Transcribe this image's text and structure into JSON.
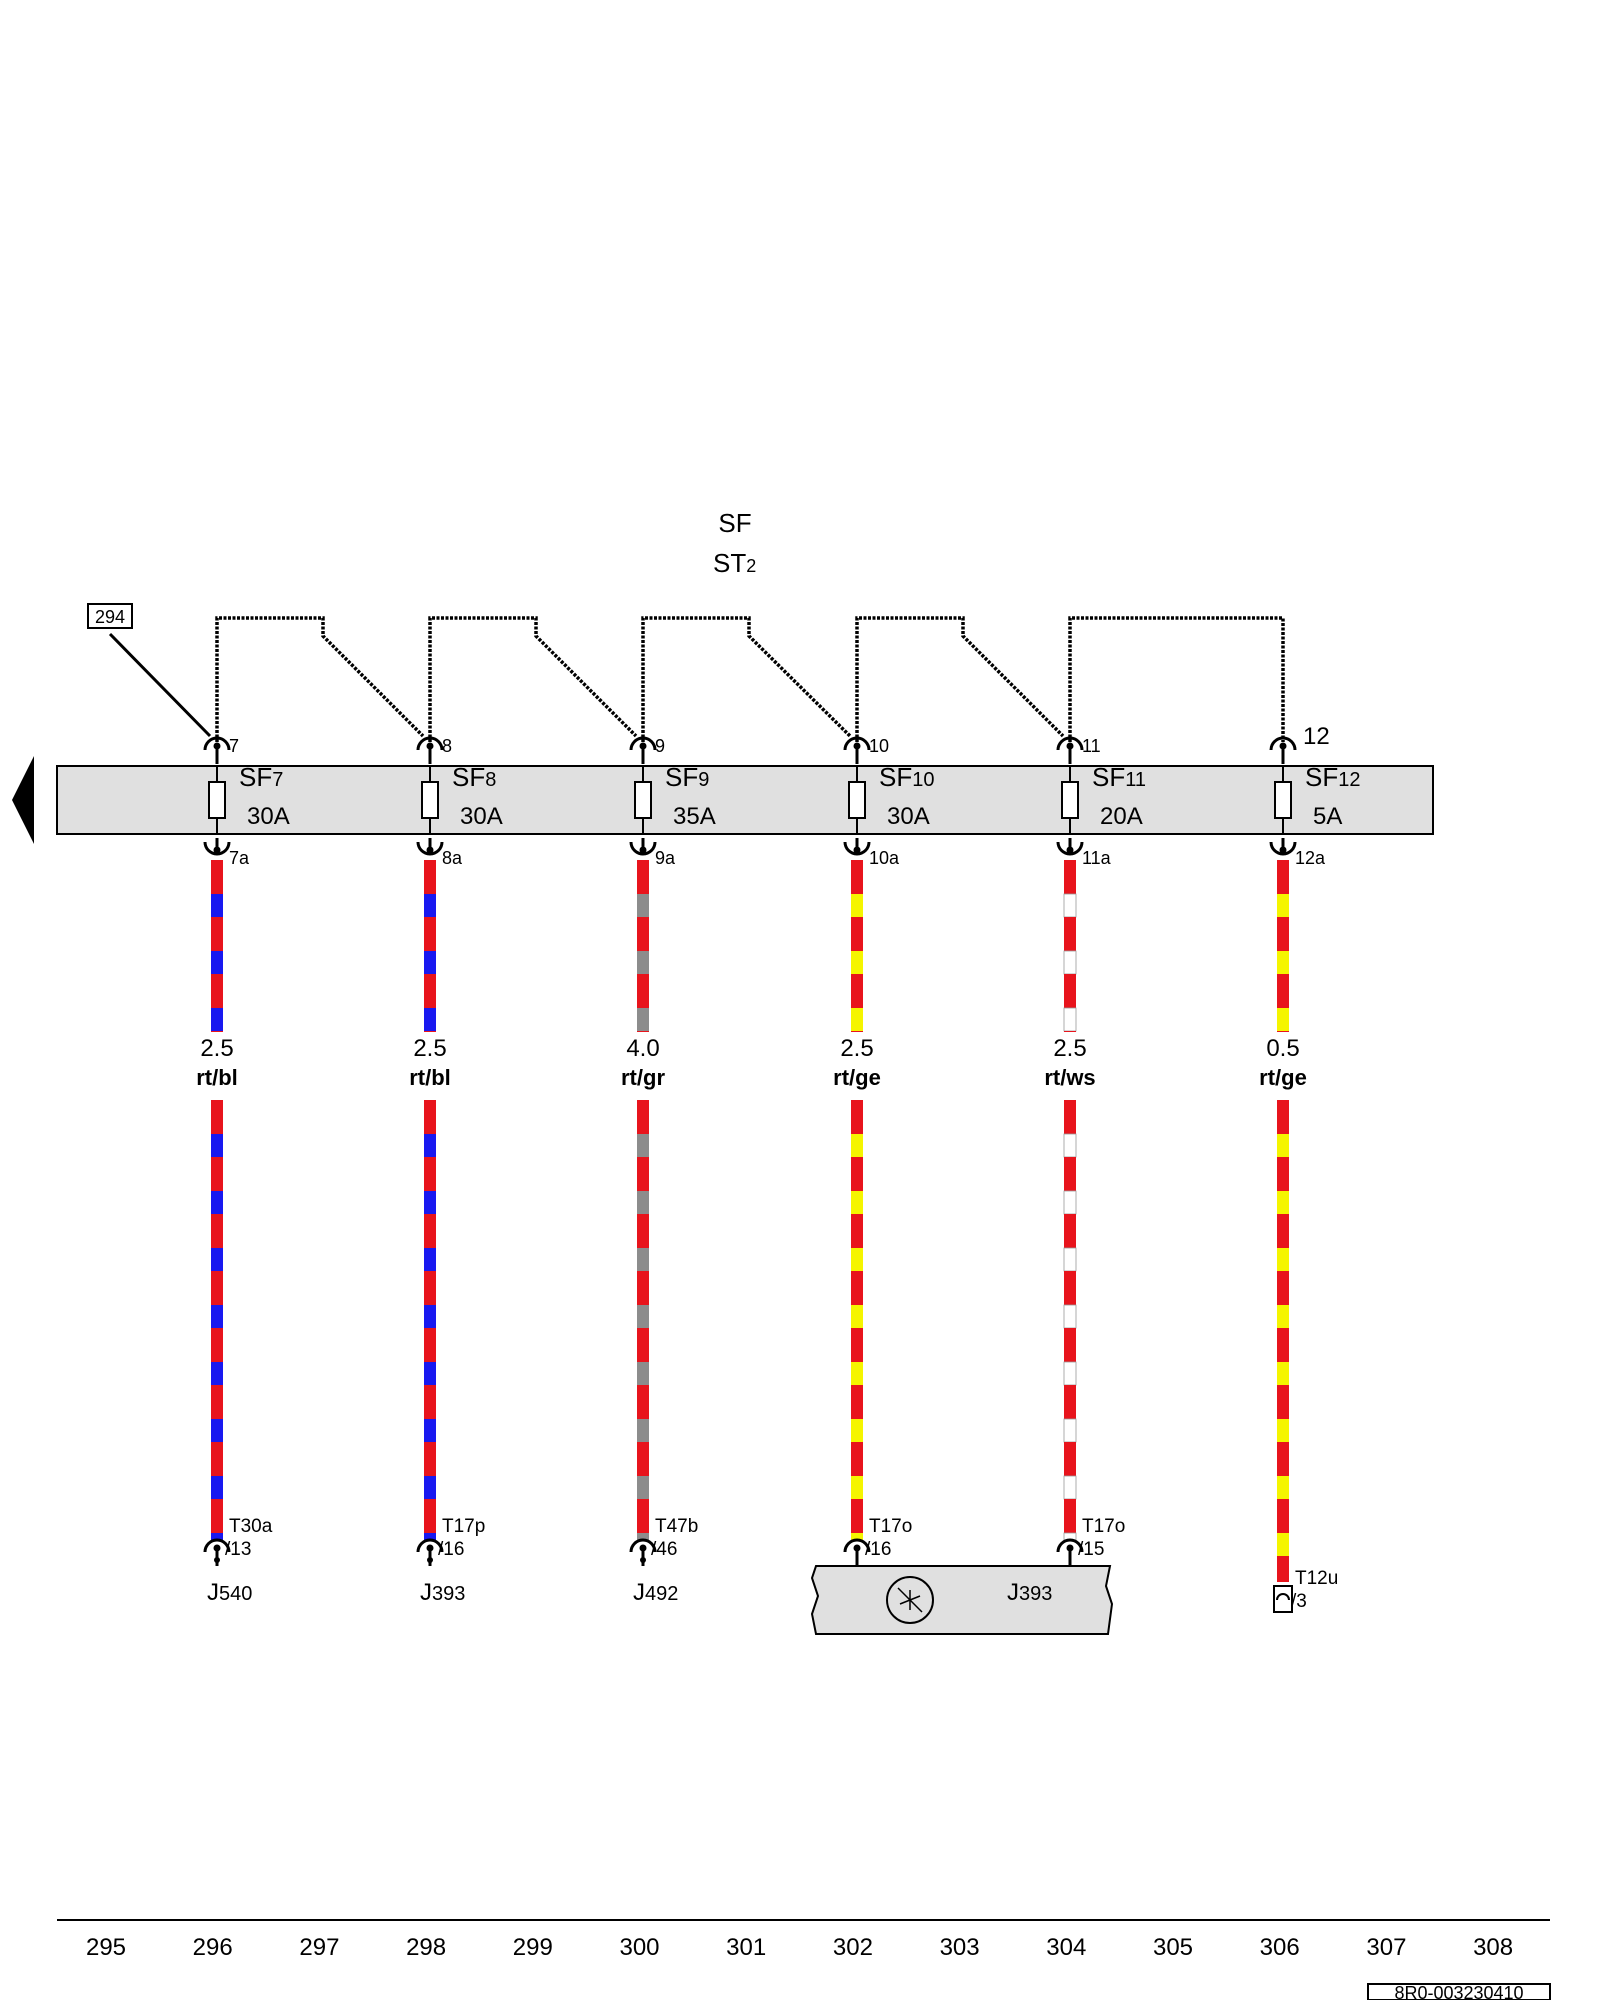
{
  "header": {
    "title": "SF",
    "subtitle_main": "ST",
    "subtitle_sub": "2"
  },
  "ref_box": "294",
  "fuse_bar_arrow": "triangle-left-icon",
  "colors": {
    "rt": "#e8141c",
    "bl": "#1818f0",
    "gr": "#8c8c8c",
    "ge": "#f5f500",
    "ws": "#ffffff",
    "fuse_bar": "#e0e0e0",
    "device_box": "#e0e0e0"
  },
  "fuses": [
    {
      "pin_in": "7",
      "name_main": "SF",
      "name_sub": "7",
      "rating": "30A",
      "pin_out": "7a",
      "gauge": "2.5",
      "color_code": "rt/bl",
      "stripe": [
        "rt",
        "bl"
      ],
      "connector": "T30a",
      "conn_pin": "13",
      "device_main": "J",
      "device_sub": "540",
      "device_type": "plain"
    },
    {
      "pin_in": "8",
      "name_main": "SF",
      "name_sub": "8",
      "rating": "30A",
      "pin_out": "8a",
      "gauge": "2.5",
      "color_code": "rt/bl",
      "stripe": [
        "rt",
        "bl"
      ],
      "connector": "T17p",
      "conn_pin": "16",
      "device_main": "J",
      "device_sub": "393",
      "device_type": "plain"
    },
    {
      "pin_in": "9",
      "name_main": "SF",
      "name_sub": "9",
      "rating": "35A",
      "pin_out": "9a",
      "gauge": "4.0",
      "color_code": "rt/gr",
      "stripe": [
        "rt",
        "gr"
      ],
      "connector": "T47b",
      "conn_pin": "46",
      "device_main": "J",
      "device_sub": "492",
      "device_type": "plain"
    },
    {
      "pin_in": "10",
      "name_main": "SF",
      "name_sub": "10",
      "rating": "30A",
      "pin_out": "10a",
      "gauge": "2.5",
      "color_code": "rt/ge",
      "stripe": [
        "rt",
        "ge"
      ],
      "connector": "T17o",
      "conn_pin": "16",
      "device_main": "",
      "device_sub": "",
      "device_type": "box"
    },
    {
      "pin_in": "11",
      "name_main": "SF",
      "name_sub": "11",
      "rating": "20A",
      "pin_out": "11a",
      "gauge": "2.5",
      "color_code": "rt/ws",
      "stripe": [
        "rt",
        "ws"
      ],
      "connector": "T17o",
      "conn_pin": "15",
      "device_main": "",
      "device_sub": "",
      "device_type": "box"
    },
    {
      "pin_in": "12",
      "name_main": "SF",
      "name_sub": "12",
      "rating": "5A",
      "pin_out": "12a",
      "gauge": "0.5",
      "color_code": "rt/ge",
      "stripe": [
        "rt",
        "ge"
      ],
      "connector": "T12u",
      "conn_pin": "3",
      "device_main": "",
      "device_sub": "",
      "device_type": "plug"
    }
  ],
  "shared_device": {
    "main": "J",
    "sub": "393",
    "icon": "control-unit-symbol-icon"
  },
  "ruler": [
    "295",
    "296",
    "297",
    "298",
    "299",
    "300",
    "301",
    "302",
    "303",
    "304",
    "305",
    "306",
    "307",
    "308"
  ],
  "doc_id": "8R0-003230410"
}
